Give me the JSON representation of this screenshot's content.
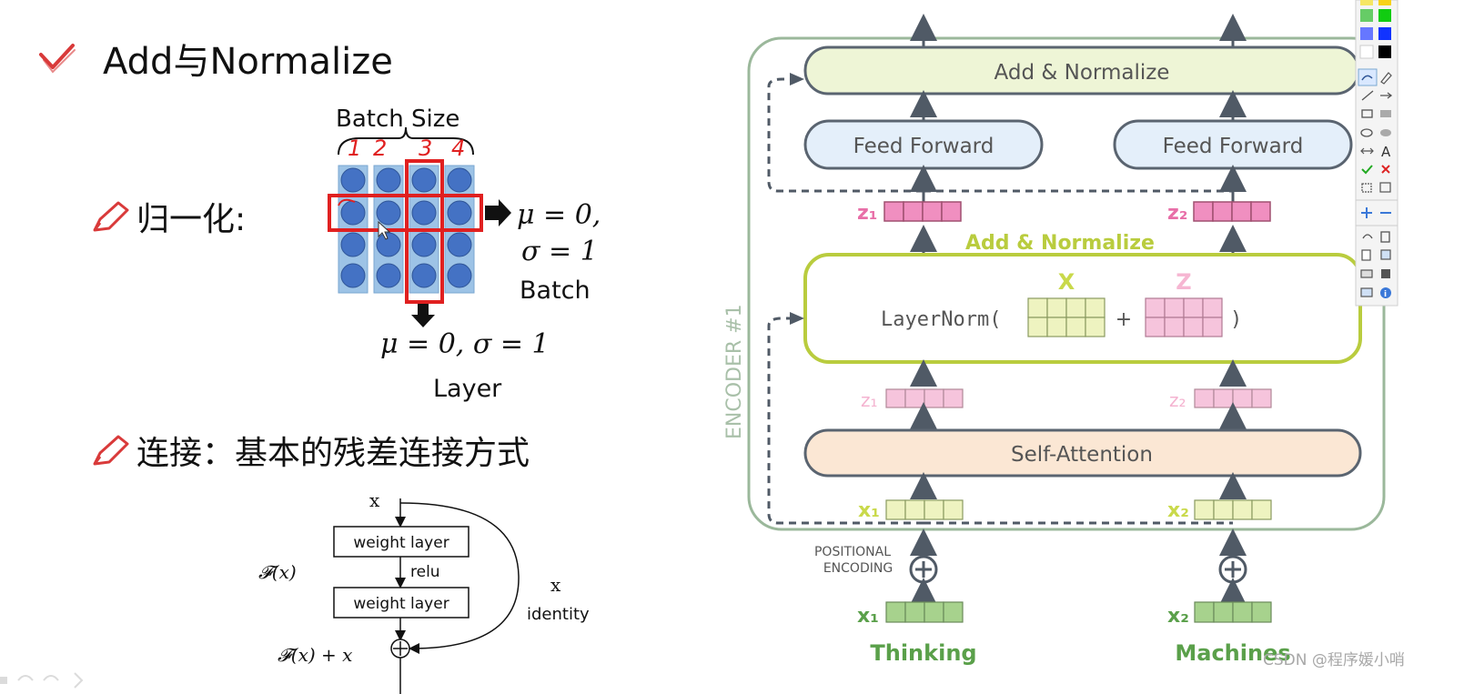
{
  "slide": {
    "title": "Add与Normalize",
    "bullet_norm": "归一化:",
    "bullet_conn": "连接：基本的残差连接方式"
  },
  "norm_fig": {
    "batch_size_label": "Batch Size",
    "column_numbers": [
      "1",
      "2",
      "3",
      "4"
    ],
    "batch_formula_line1": "μ = 0,",
    "batch_formula_line2": "σ = 1",
    "batch_label": "Batch",
    "layer_formula": "μ = 0, σ = 1",
    "layer_label": "Layer"
  },
  "residual_fig": {
    "input_label": "x",
    "weight_layer_1": "weight layer",
    "weight_layer_2": "weight layer",
    "relu_label": "relu",
    "fx_label": "𝓕(x)",
    "fx_plus_x_label": "𝓕(x) + x",
    "skip_x_label": "x",
    "identity_label": "identity"
  },
  "encoder": {
    "encoder_label": "ENCODER #1",
    "top_add_norm": "Add & Normalize",
    "feed_forward_1": "Feed Forward",
    "feed_forward_2": "Feed Forward",
    "z1_label": "z₁",
    "z2_label": "z₂",
    "mid_add_norm": "Add & Normalize",
    "layernorm_label": "LayerNorm(",
    "layernorm_close": ")",
    "plus_label": "+",
    "x_matrix_label": "X",
    "z_matrix_label": "Z",
    "z1_light_label": "z₁",
    "z2_light_label": "z₂",
    "self_attention": "Self-Attention",
    "x1_label": "x₁",
    "x2_label": "x₂",
    "positional_line1": "POSITIONAL",
    "positional_line2": "ENCODING",
    "x1_embed_label": "x₁",
    "x2_embed_label": "x₂",
    "word1": "Thinking",
    "word2": "Machines"
  },
  "watermark": "CSDN @程序媛小哨",
  "colors": {
    "accent_red": "#d93a3a",
    "circle_blue": "#4472c4",
    "column_blue": "#9dc3e6",
    "highlight_red": "#e02020",
    "encoder_green": "#9bb89b",
    "add_norm_fill": "#eef5d6",
    "add_norm_stroke": "#b9cc3e",
    "ff_fill": "#e4effa",
    "ff_stroke": "#5a7088",
    "sa_fill": "#fbe7d4",
    "pink_fill": "#f08fc0",
    "pink_light": "#f6c4dc",
    "yellow_cell": "#eef3c0",
    "green_cell": "#a7d28d"
  },
  "toolbar": {
    "icons": [
      "color-swatch-icon",
      "pen-icon",
      "line-icon",
      "arrow-icon",
      "rectangle-icon",
      "ellipse-icon",
      "double-arrow-icon",
      "text-icon",
      "check-icon",
      "cross-icon",
      "crop-icon",
      "zoom-icon",
      "plus-icon",
      "minus-icon",
      "undo-icon",
      "trash-icon",
      "new-page-icon",
      "copy-icon",
      "print-icon",
      "save-icon",
      "info-icon"
    ]
  }
}
